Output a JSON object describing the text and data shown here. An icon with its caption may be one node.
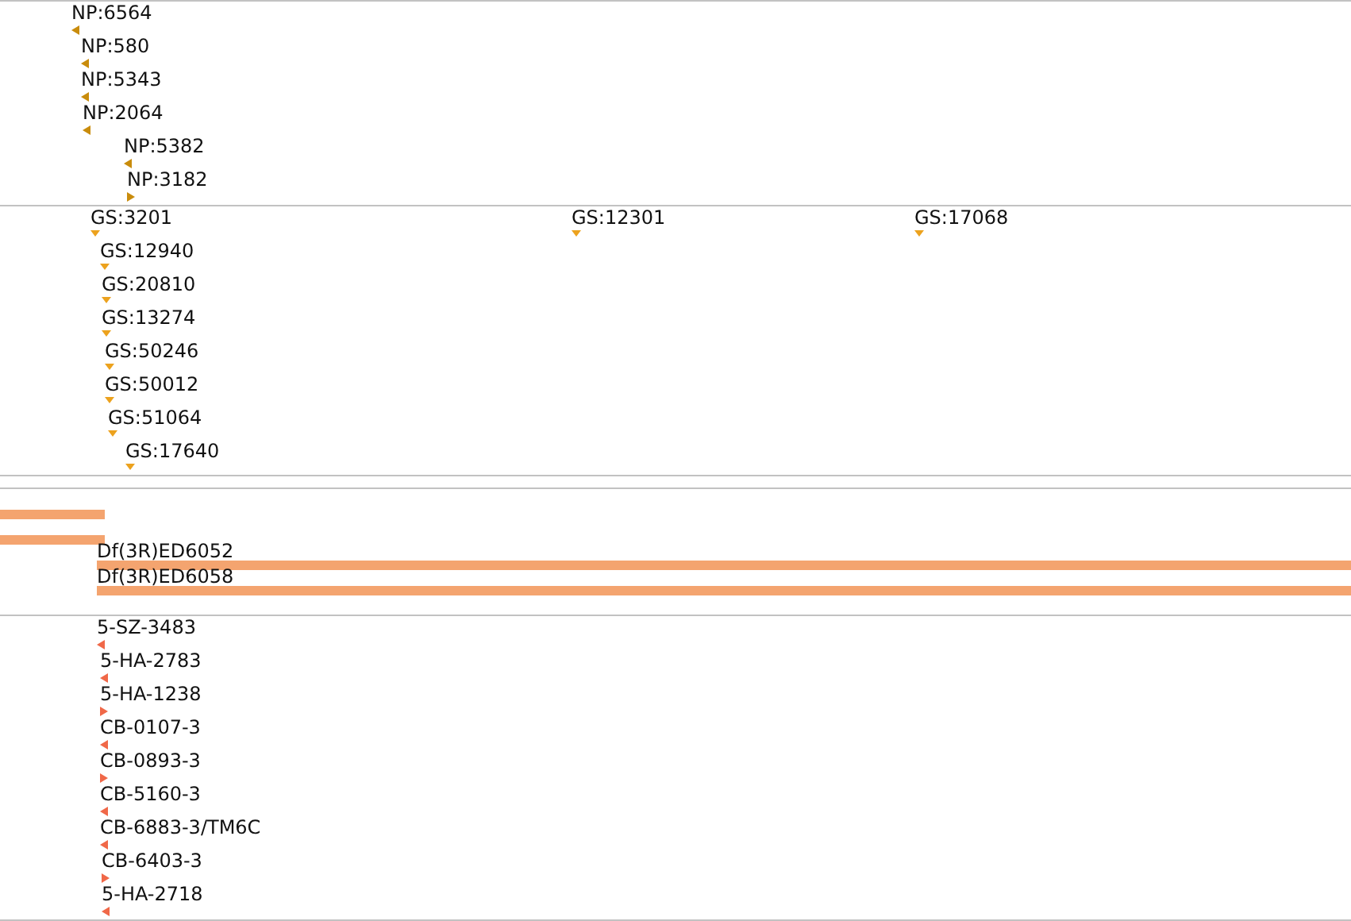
{
  "diagram": {
    "nodes": [
      {
        "text": [
          "NP:6564"
        ]
      },
      {
        "text": [
          "NP:580"
        ]
      },
      {
        "text": [
          "NP:5343"
        ]
      },
      {
        "text": [
          "NP:2064"
        ]
      },
      {
        "text": [
          "NP:5382"
        ]
      },
      {
        "text": [
          "NP:3182"
        ]
      },
      {
        "text": [
          "GS:3201"
        ]
      },
      {
        "text": [
          "GS:12301"
        ]
      },
      {
        "text": [
          "GS:17068"
        ]
      },
      {
        "text": [
          "GS:12940"
        ]
      },
      {
        "text": [
          "GS:20810"
        ]
      },
      {
        "text": [
          "GS:13274"
        ]
      },
      {
        "text": [
          "GS:50246"
        ]
      },
      {
        "text": [
          "GS:50012"
        ]
      },
      {
        "text": [
          "GS:51064"
        ]
      },
      {
        "text": [
          "GS:17640"
        ]
      },
      {
        "text": [],
        "shape": "bar"
      },
      {
        "text": [],
        "shape": "bar"
      },
      {
        "text": [
          "Df(3R)ED6052"
        ]
      },
      {
        "text": [
          "Df(3R)ED6058"
        ]
      },
      {
        "text": [
          "5-SZ-3483"
        ]
      },
      {
        "text": [
          "5-HA-2783"
        ]
      },
      {
        "text": [
          "5-HA-1238"
        ]
      },
      {
        "text": [
          "CB-0107-3"
        ]
      },
      {
        "text": [
          "CB-0893-3"
        ]
      },
      {
        "text": [
          "CB-5160-3"
        ]
      },
      {
        "text": [
          "CB-6883-3/TM6C"
        ]
      },
      {
        "text": [
          "CB-6403-3"
        ]
      },
      {
        "text": [
          "5-HA-2718"
        ]
      }
    ]
  }
}
